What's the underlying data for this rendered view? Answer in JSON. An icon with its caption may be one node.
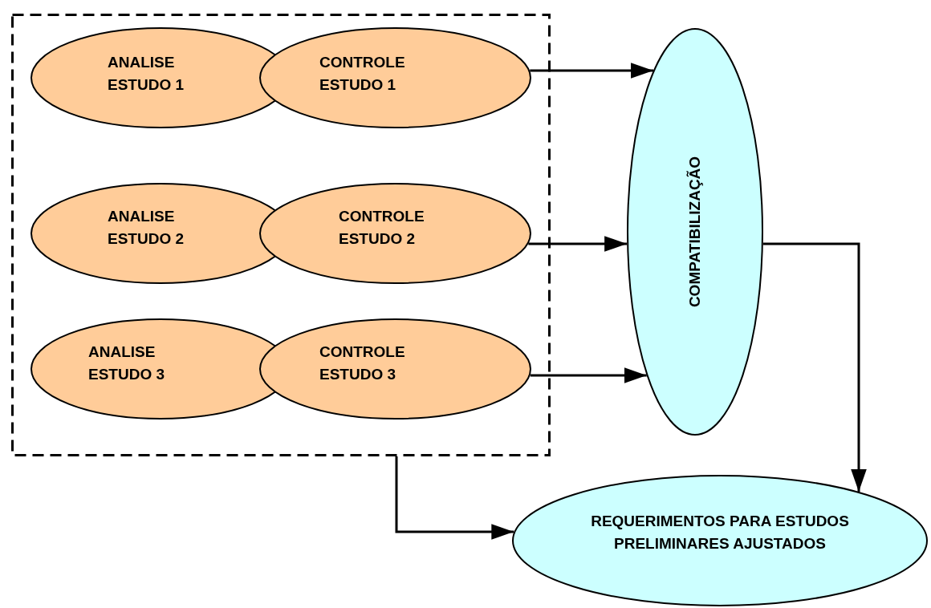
{
  "diagram": {
    "nodes": [
      {
        "text": [],
        "shape": "box"
      },
      {
        "text": [
          "ANALISE ESTUDO 1"
        ],
        "in": 0
      },
      {
        "text": [
          "CONTROLE ESTUDO 1"
        ],
        "in": 0
      },
      {
        "text": [
          "ANALISE ESTUDO 2"
        ],
        "in": 0
      },
      {
        "text": [
          "CONTROLE ESTUDO 2"
        ],
        "in": 0
      },
      {
        "text": [
          "ANALISE ESTUDO 3"
        ],
        "in": 0
      },
      {
        "text": [
          "CONTROLE ESTUDO 3"
        ],
        "in": 0
      },
      {
        "text": [
          "COMPATIBILIZAÇÃO"
        ]
      },
      {
        "text": [
          "REQUERIMENTOS PARA ESTUDOS PRELIMINARES AJUSTADOS"
        ]
      }
    ],
    "edges": [
      {
        "from": 2,
        "to": 7,
        "arrow": "to"
      },
      {
        "from": 4,
        "to": 7,
        "arrow": "to"
      },
      {
        "from": 6,
        "to": 7,
        "arrow": "to"
      },
      {
        "from": 7,
        "to": 8,
        "arrow": "to"
      },
      {
        "from": 0,
        "to": 8,
        "arrow": "to"
      }
    ]
  }
}
